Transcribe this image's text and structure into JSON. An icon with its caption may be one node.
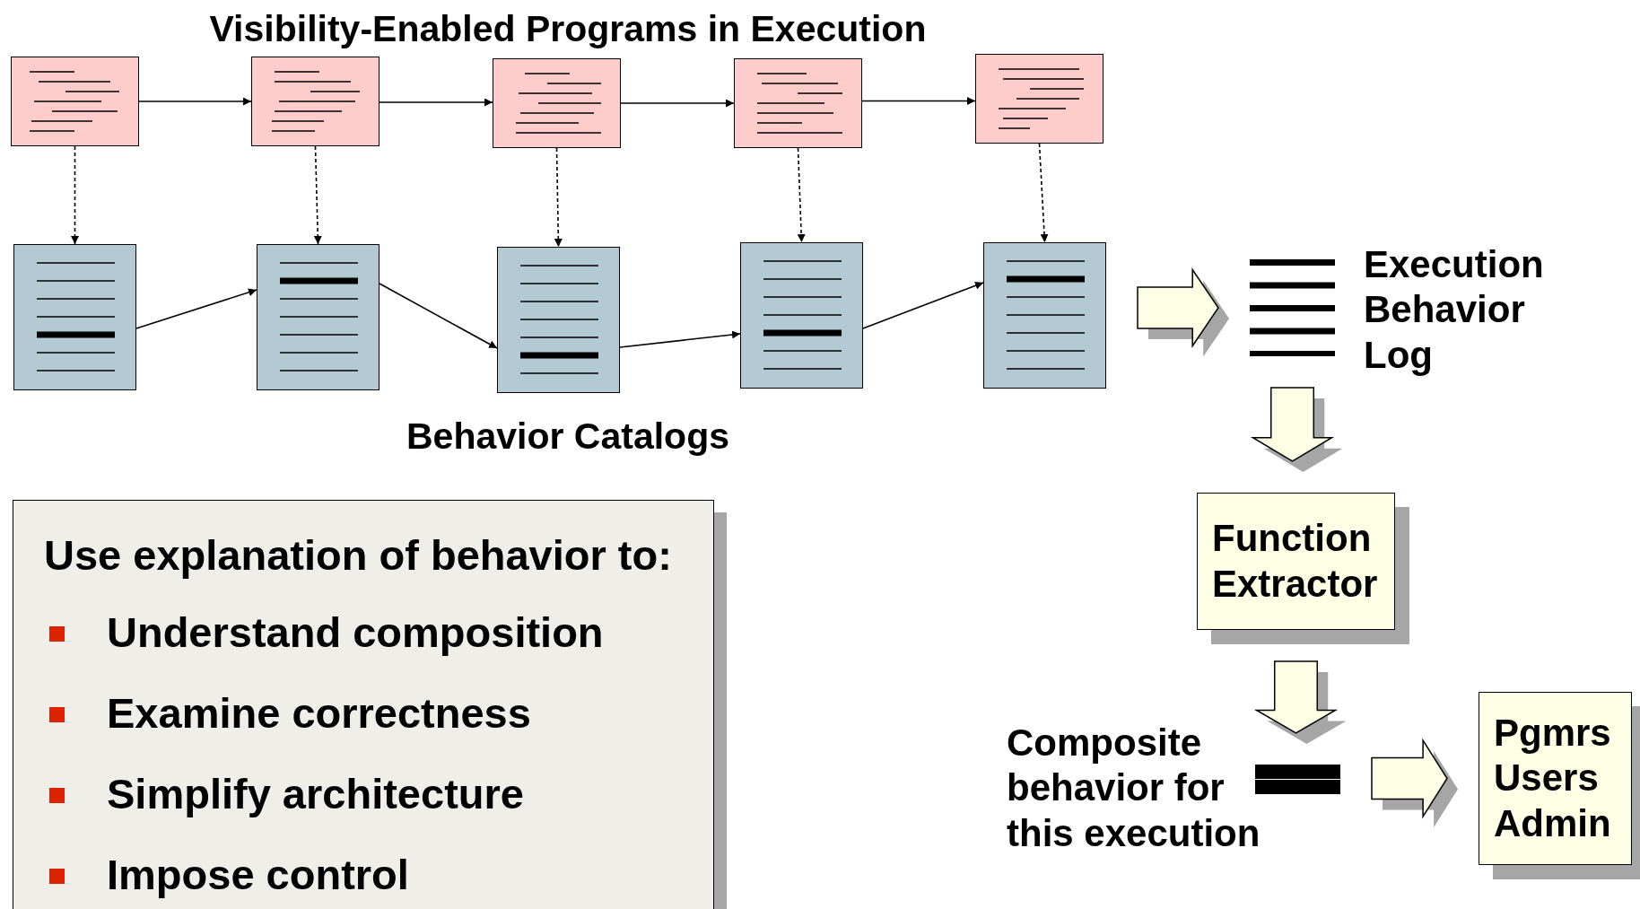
{
  "diagram": {
    "title": "Visibility-Enabled Programs in Execution",
    "nodes": [
      {
        "text": [],
        "shape": "box"
      },
      {
        "text": [],
        "shape": "box"
      },
      {
        "text": [],
        "shape": "box"
      },
      {
        "text": [],
        "shape": "box"
      },
      {
        "text": [],
        "shape": "box"
      },
      {
        "text": [],
        "shape": "box"
      },
      {
        "text": [],
        "shape": "box"
      },
      {
        "text": [],
        "shape": "box"
      },
      {
        "text": [],
        "shape": "box"
      },
      {
        "text": [],
        "shape": "box"
      },
      {
        "text": [],
        "shape": "bar",
        "beside": [
          "Execution Behavior Log"
        ]
      },
      {
        "text": [
          "Function Extractor"
        ]
      },
      {
        "text": [],
        "shape": "bar",
        "beside": [
          "Composite behavior for this execution"
        ]
      },
      {
        "text": [
          "Pgmrs",
          "Users",
          "Admin"
        ]
      },
      {
        "text": [
          "Use explanation of behavior to:",
          "Understand composition",
          "Examine correctness",
          "Simplify architecture",
          "Impose control"
        ]
      }
    ],
    "edges": [
      {
        "from": 0,
        "to": 1,
        "arrow": "to"
      },
      {
        "from": 1,
        "to": 2,
        "arrow": "to"
      },
      {
        "from": 2,
        "to": 3,
        "arrow": "to"
      },
      {
        "from": 3,
        "to": 4,
        "arrow": "to"
      },
      {
        "from": 0,
        "to": 5,
        "arrow": "to",
        "style": "dashed"
      },
      {
        "from": 1,
        "to": 6,
        "arrow": "to",
        "style": "dashed"
      },
      {
        "from": 2,
        "to": 7,
        "arrow": "to",
        "style": "dashed"
      },
      {
        "from": 3,
        "to": 8,
        "arrow": "to",
        "style": "dashed"
      },
      {
        "from": 4,
        "to": 9,
        "arrow": "to",
        "style": "dashed"
      },
      {
        "from": 5,
        "to": 6,
        "arrow": "to"
      },
      {
        "from": 6,
        "to": 7,
        "arrow": "to"
      },
      {
        "from": 7,
        "to": 8,
        "arrow": "to"
      },
      {
        "from": 8,
        "to": 9,
        "arrow": "to"
      },
      {
        "from": 9,
        "to": 10,
        "arrow": "to",
        "style": "thick"
      },
      {
        "from": 10,
        "to": 11,
        "arrow": "to",
        "style": "thick"
      },
      {
        "from": 11,
        "to": 12,
        "arrow": "to",
        "style": "thick"
      },
      {
        "from": 12,
        "to": 13,
        "arrow": "to",
        "style": "thick"
      }
    ],
    "labels": [
      "Behavior Catalogs"
    ]
  }
}
